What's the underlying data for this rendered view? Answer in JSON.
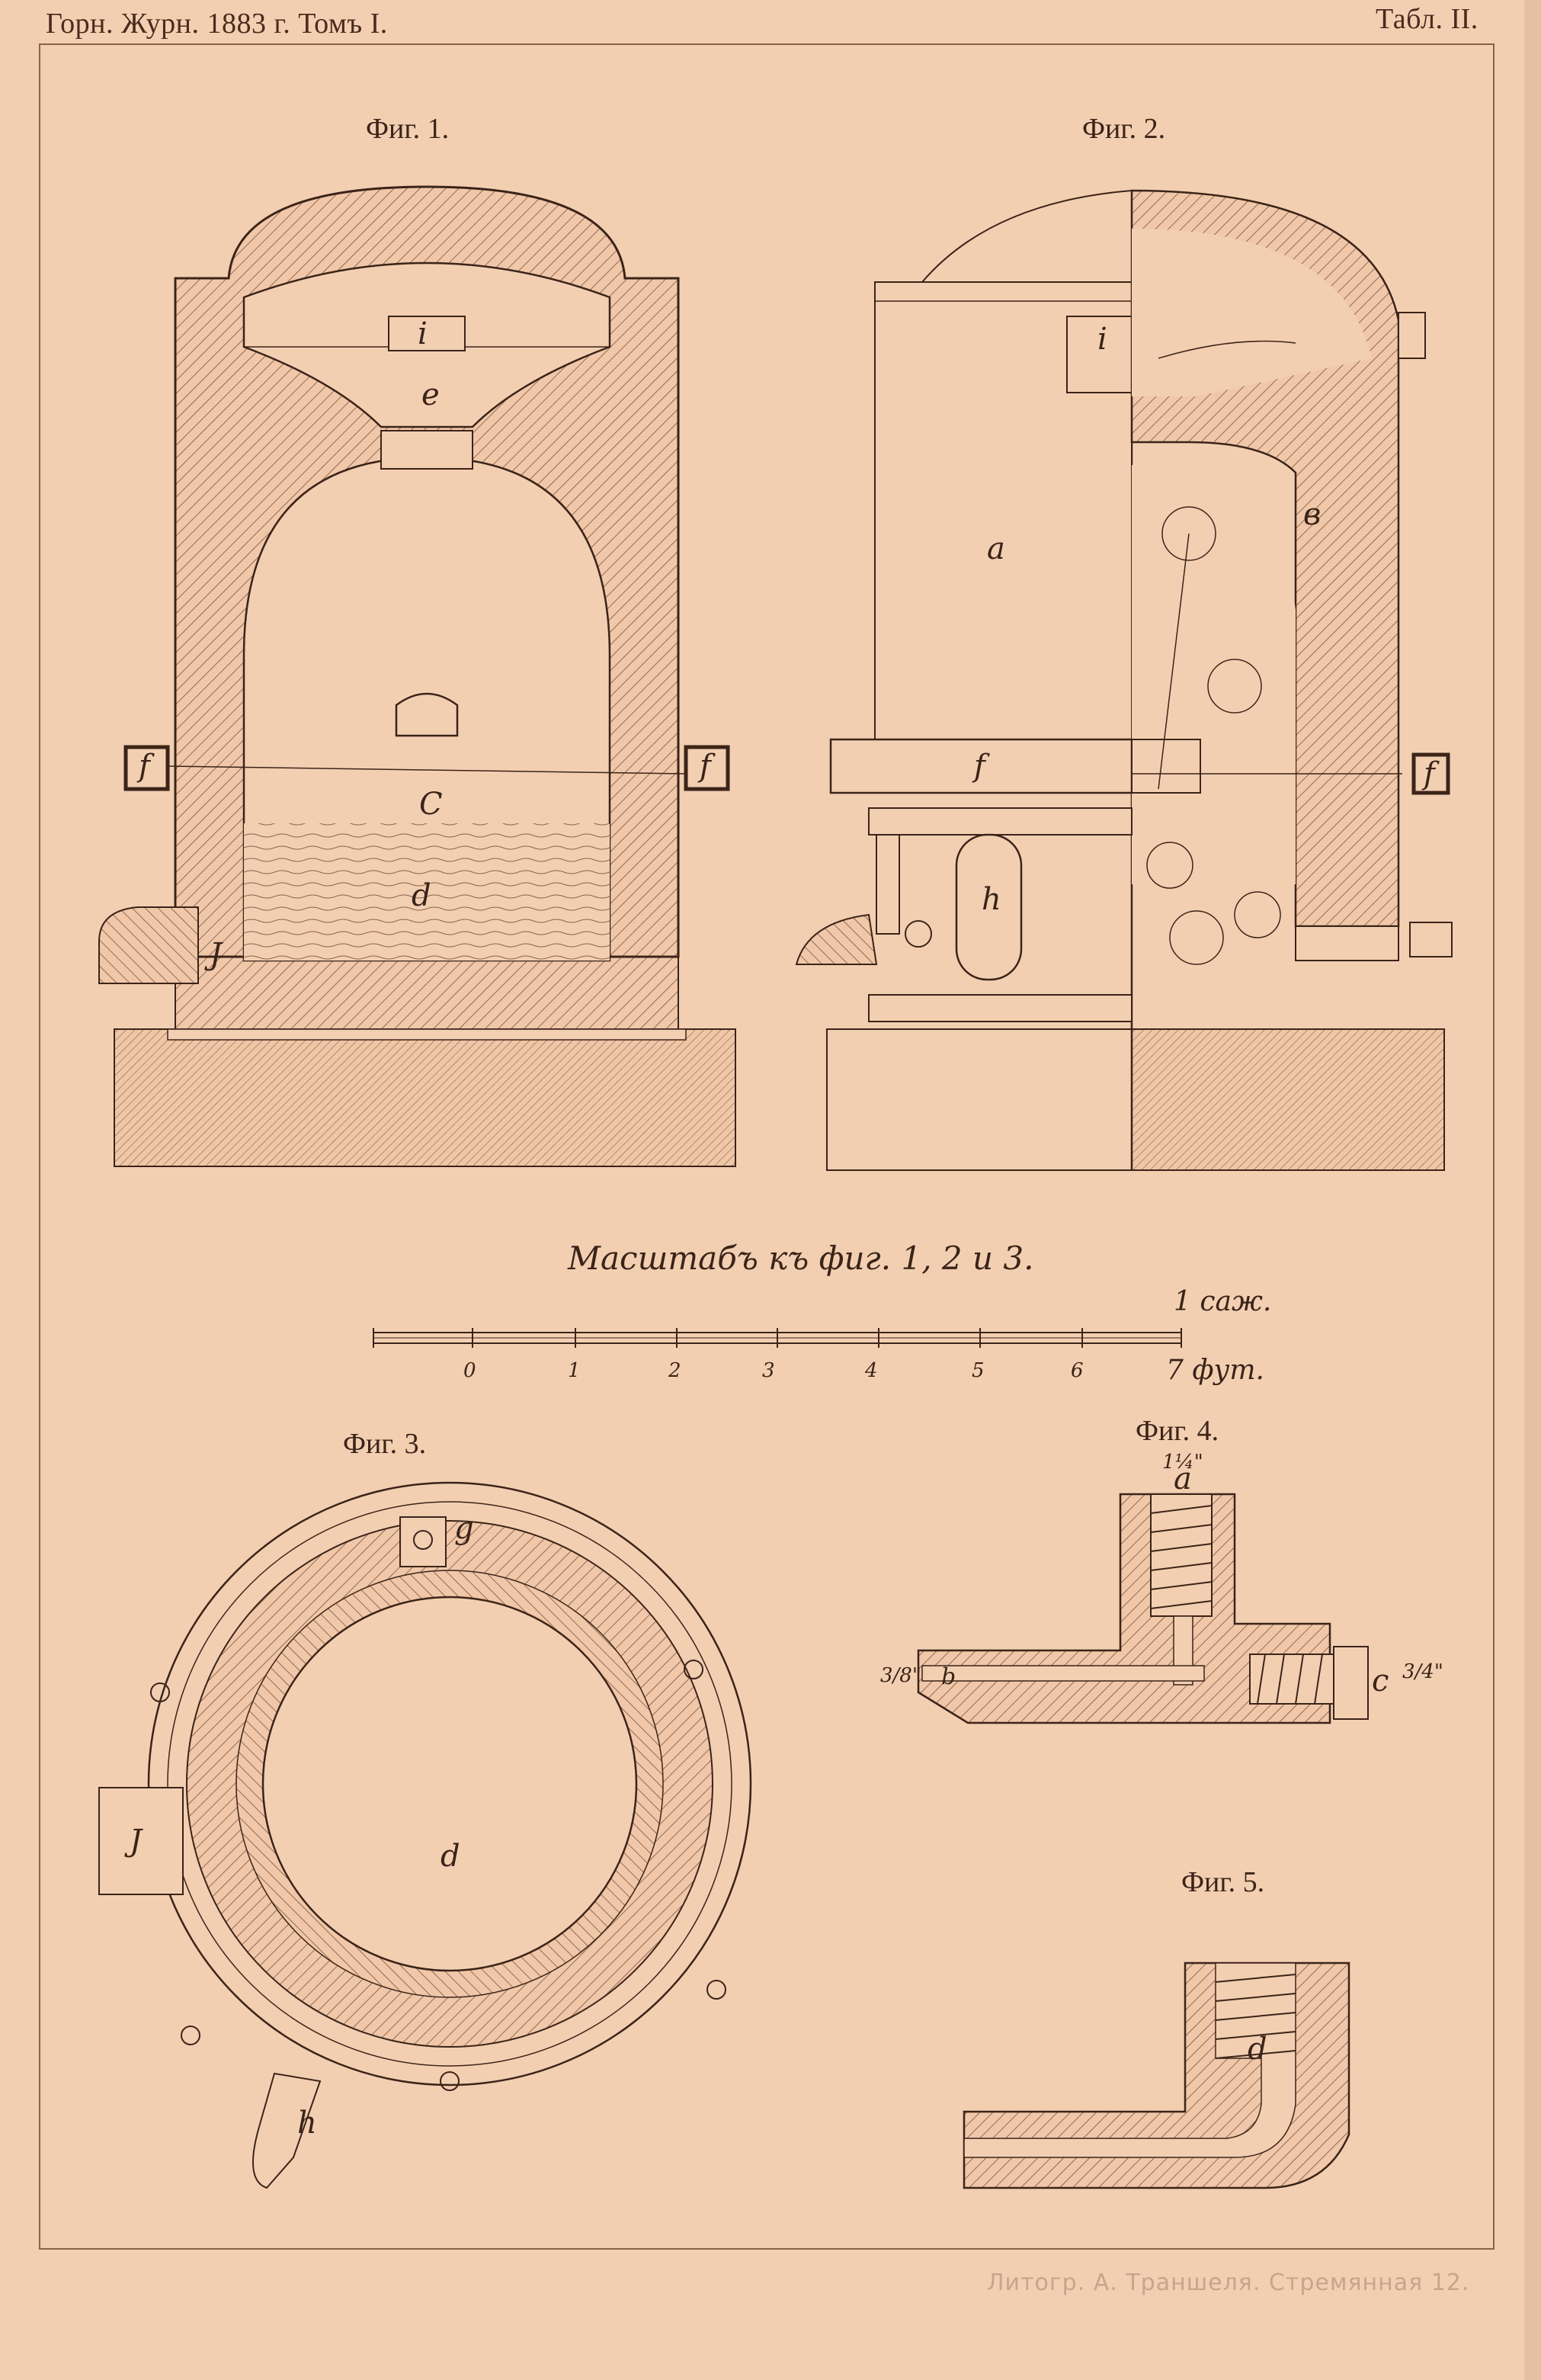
{
  "header": {
    "journal": "Горн. Журн. 1883 г. Томъ I.",
    "plate": "Табл. II."
  },
  "figures": {
    "fig1": "Фиг. 1.",
    "fig2": "Фиг. 2.",
    "fig3": "Фиг. 3.",
    "fig4": "Фиг. 4.",
    "fig5": "Фиг. 5."
  },
  "letters": {
    "fig1": {
      "i": "i",
      "e": "e",
      "c": "C",
      "d": "d",
      "f_left": "f",
      "f_right": "f",
      "j": "J"
    },
    "fig2": {
      "i": "i",
      "a": "a",
      "b": "в",
      "f_mid": "f",
      "f_right": "f",
      "h": "h"
    },
    "fig3": {
      "g": "g",
      "j": "J",
      "d": "d",
      "h": "h"
    },
    "fig4": {
      "a": "a",
      "b": "b",
      "c": "c",
      "top_dim": "1¼\"",
      "left_dim": "3/8\"",
      "right_dim": "3/4\""
    },
    "fig5": {
      "d": "d"
    }
  },
  "scale": {
    "title": "Масштабъ къ фиг. 1, 2 и 3.",
    "unit_top": "1 саж.",
    "unit_bottom": "7 фут.",
    "ticks": [
      "0",
      "1",
      "2",
      "3",
      "4",
      "5",
      "6"
    ]
  },
  "footer": {
    "lithographer": "Литогр. А. Траншеля. Стремянная 12."
  }
}
